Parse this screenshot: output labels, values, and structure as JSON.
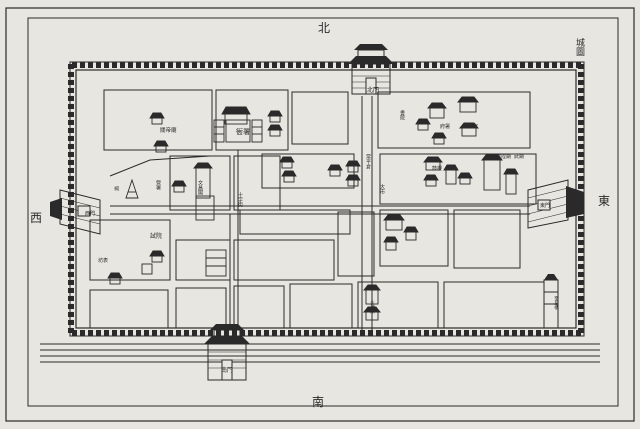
{
  "map": {
    "title": "城圖",
    "directions": {
      "north": "北",
      "south": "南",
      "east": "東",
      "west": "西"
    },
    "gates": {
      "north_plaque": "北門",
      "south_plaque": "南門",
      "east_plaque": "東門",
      "west_plaque": "西門"
    },
    "places": [
      {
        "id": "guandi-temple",
        "text": "關帝廟"
      },
      {
        "id": "yamen",
        "text": "衙署"
      },
      {
        "id": "wenchang",
        "text": "文昌閣"
      },
      {
        "id": "granary",
        "text": "常平倉"
      },
      {
        "id": "market",
        "text": "大市"
      },
      {
        "id": "prefecture",
        "text": "府署"
      },
      {
        "id": "confucian",
        "text": "學宮"
      },
      {
        "id": "chenghuang",
        "text": "城隍廟"
      },
      {
        "id": "drum-tower",
        "text": "鼓樓"
      },
      {
        "id": "school",
        "text": "書院"
      },
      {
        "id": "wumiao",
        "text": "武廟"
      },
      {
        "id": "examination",
        "text": "試院"
      },
      {
        "id": "garrison",
        "text": "營署"
      },
      {
        "id": "memorial",
        "text": "坊表"
      },
      {
        "id": "shrine",
        "text": "祠"
      },
      {
        "id": "bridge",
        "text": "十字街"
      },
      {
        "id": "tower-east",
        "text": "奎星樓"
      },
      {
        "id": "temple-small",
        "text": "火神廟"
      }
    ]
  },
  "palette": {
    "ink": "#2a2a2a",
    "paper": "#e8e6e0"
  }
}
